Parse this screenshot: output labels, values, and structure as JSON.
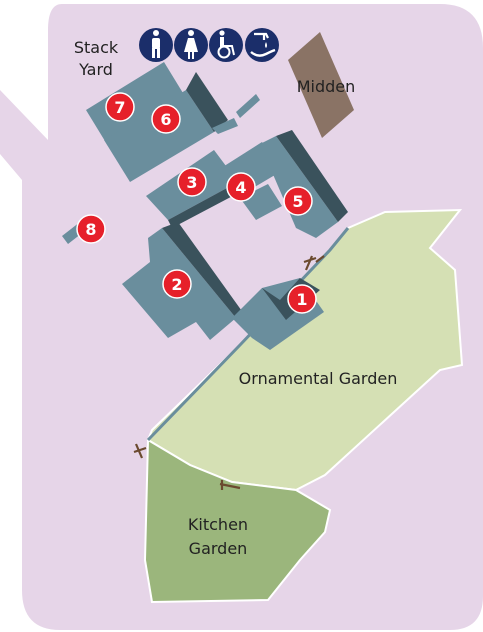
{
  "colors": {
    "background": "#e6d5e8",
    "building_light": "#6a8e9d",
    "building_dark": "#3a525c",
    "midden": "#8a7365",
    "ornamental_garden": "#d5e0b4",
    "kitchen_garden": "#9bb67c",
    "marker": "#e6202a",
    "facility_icon": "#1b2e6a",
    "gate": "#6b4a2f"
  },
  "labels": {
    "stack_yard_line1": "Stack",
    "stack_yard_line2": "Yard",
    "midden": "Midden",
    "ornamental_garden": "Ornamental Garden",
    "kitchen_garden_line1": "Kitchen",
    "kitchen_garden_line2": "Garden"
  },
  "markers": [
    {
      "id": "marker-1",
      "label": "1"
    },
    {
      "id": "marker-2",
      "label": "2"
    },
    {
      "id": "marker-3",
      "label": "3"
    },
    {
      "id": "marker-4",
      "label": "4"
    },
    {
      "id": "marker-5",
      "label": "5"
    },
    {
      "id": "marker-6",
      "label": "6"
    },
    {
      "id": "marker-7",
      "label": "7"
    },
    {
      "id": "marker-8",
      "label": "8"
    }
  ],
  "facilities": [
    {
      "icon": "male-toilet-icon"
    },
    {
      "icon": "female-toilet-icon"
    },
    {
      "icon": "accessible-toilet-icon"
    },
    {
      "icon": "hand-washing-icon"
    }
  ]
}
